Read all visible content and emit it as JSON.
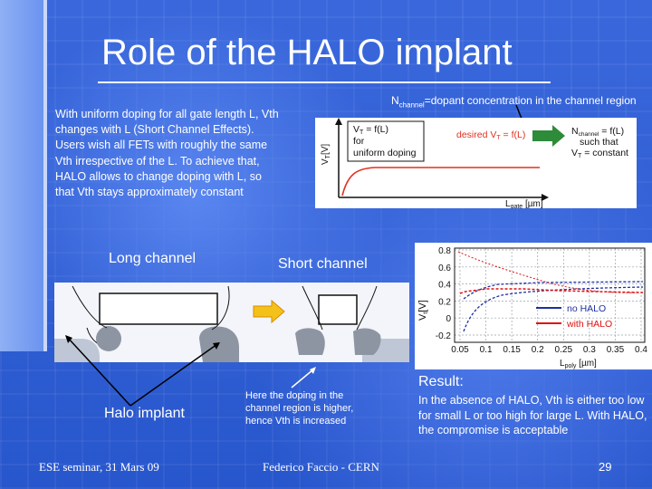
{
  "title": "Role of the HALO implant",
  "note_top": {
    "prefix": "N",
    "sub": "channel",
    "suffix": "=dopant concentration in the channel region"
  },
  "intro": "With uniform doping for all gate length L, Vth changes with L (Short Channel Effects). Users wish all FETs with roughly the same Vth irrespective of the L. To achieve that, HALO allows to change doping with L, so that Vth stays approximately constant",
  "vth_diagram": {
    "ylabel": "V",
    "ylabel_sub": "T",
    "ylabel_unit": "[V]",
    "box_line1": "V",
    "box_line1_sub": "T",
    "box_line1_rest": " = f(L)",
    "box_line2": "for",
    "box_line3": "uniform doping",
    "desired_prefix": "desired V",
    "desired_sub": "T",
    "desired_rest": " = f(L)",
    "right_line1_pre": "N",
    "right_line1_sub": "channel",
    "right_line1_rest": " = f(L)",
    "right_line2": "such that",
    "right_line3_pre": "V",
    "right_line3_sub": "T",
    "right_line3_rest": " = constant",
    "xlabel_pre": "L",
    "xlabel_sub": "gate",
    "xlabel_rest": " [µm]",
    "accent_red": "#e0301e",
    "accent_green": "#2e8b3a"
  },
  "labels": {
    "long_channel": "Long channel",
    "short_channel": "Short channel",
    "halo_implant": "Halo implant"
  },
  "small_note": "Here the doping in the channel region is higher, hence Vth is increased",
  "plot": {
    "ylabel": "V",
    "ylabel_sub": "t",
    "ylabel_unit": "[V]",
    "xlabel_pre": "L",
    "xlabel_sub": "poly",
    "xlabel_rest": " [µm]",
    "y_ticks": [
      "0.8",
      "0.6",
      "0.4",
      "0.2",
      "0",
      "-0.2"
    ],
    "x_ticks": [
      "0.05",
      "0.1",
      "0.15",
      "0.2",
      "0.25",
      "0.3",
      "0.35",
      "0.4"
    ],
    "legend": [
      {
        "label": "no HALO",
        "color": "#2030a0"
      },
      {
        "label": "with HALO",
        "color": "#e01010"
      }
    ]
  },
  "result": {
    "title": "Result:",
    "text": "In the absence of HALO, Vth is either too low for small L or too high for large L. With HALO, the compromise is acceptable"
  },
  "footer": {
    "left": "ESE seminar, 31 Mars 09",
    "center": "Federico Faccio - CERN",
    "page": "29"
  }
}
